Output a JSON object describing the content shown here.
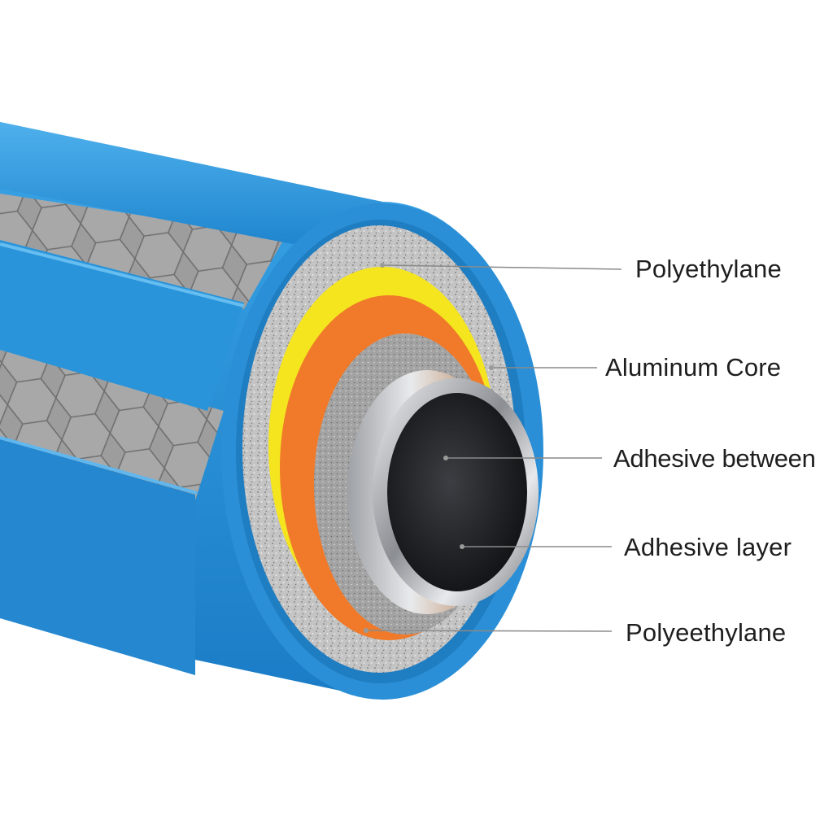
{
  "layers": [
    {
      "name": "outer-jacket",
      "color": "#2b97db"
    },
    {
      "name": "foam-insulation",
      "color": "#b8b8b8"
    },
    {
      "name": "yellow-layer",
      "color": "#f4e51f"
    },
    {
      "name": "orange-layer",
      "color": "#f07a2a"
    },
    {
      "name": "aluminum-layer",
      "color": "#a9a9a9"
    },
    {
      "name": "inner-pipe",
      "color": "#d8dadc"
    },
    {
      "name": "pipe-bore",
      "color": "#1c1d20"
    }
  ],
  "callouts": [
    {
      "name": "callout-polyethylane-top",
      "label": "Polyethylane"
    },
    {
      "name": "callout-aluminum-core",
      "label": "Aluminum Core"
    },
    {
      "name": "callout-adhesive-between",
      "label": "Adhesive between"
    },
    {
      "name": "callout-adhesive-layer",
      "label": "Adhesive layer"
    },
    {
      "name": "callout-polyeethylane-bottom",
      "label": "Polyeethylane"
    }
  ]
}
